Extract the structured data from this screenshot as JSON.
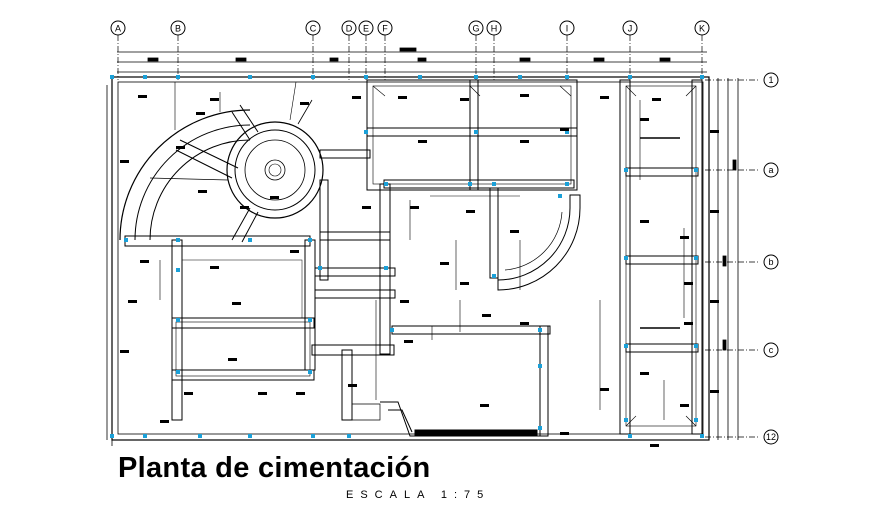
{
  "title": "Planta de cimentación",
  "scale_label": "ESCALA 1:75",
  "grid_axes": {
    "columns": [
      "A",
      "B",
      "C",
      "D",
      "E",
      "F",
      "G",
      "H",
      "I",
      "J",
      "K"
    ],
    "rows": [
      "1",
      "a",
      "b",
      "c",
      "12"
    ]
  },
  "colors": {
    "line": "#000000",
    "accent": "#1aa0d8",
    "background": "#ffffff"
  }
}
